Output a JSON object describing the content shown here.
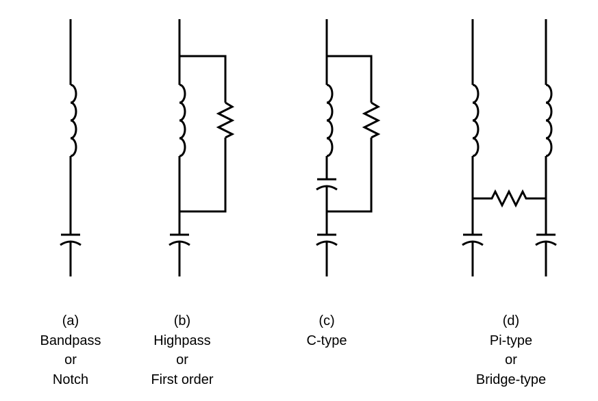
{
  "filters": [
    {
      "tag": "(a)",
      "lines": [
        "Bandpass",
        "or",
        "Notch"
      ]
    },
    {
      "tag": "(b)",
      "lines": [
        "Highpass",
        "or",
        "First order"
      ]
    },
    {
      "tag": "(c)",
      "lines": [
        "C-type"
      ]
    },
    {
      "tag": "(d)",
      "lines": [
        "Pi-type",
        "or",
        "Bridge-type"
      ]
    }
  ]
}
